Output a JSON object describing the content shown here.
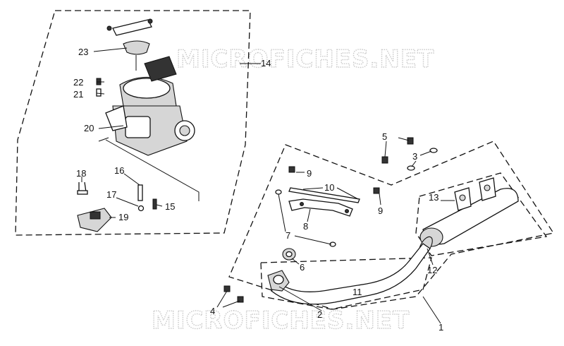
{
  "watermark": "MICROFICHES.NET",
  "callouts": [
    "1",
    "2",
    "3",
    "4",
    "5",
    "6",
    "7",
    "8",
    "9",
    "10",
    "11",
    "12",
    "13",
    "14",
    "15",
    "16",
    "17",
    "18",
    "19",
    "20",
    "21",
    "22",
    "23"
  ]
}
